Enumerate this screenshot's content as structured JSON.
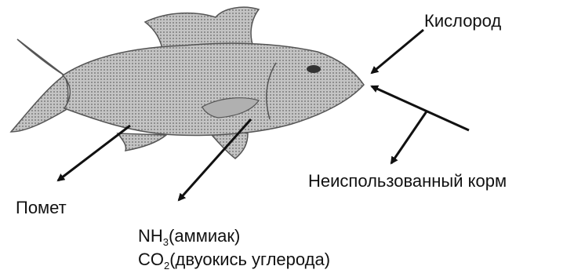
{
  "labels": {
    "oxygen": "Кислород",
    "unused_feed": "Неиспользованный корм",
    "waste": "Помет",
    "nh3": {
      "formula_main": "NH",
      "formula_sub": "3",
      "rest": "(аммиак)"
    },
    "co2": {
      "formula_main": "CO",
      "formula_sub": "2",
      "rest": "(двуокись углерода)"
    }
  },
  "colors": {
    "fish_fill": "#b8b8b8",
    "fish_outline": "#555555",
    "arrow": "#111111",
    "text": "#111111"
  }
}
